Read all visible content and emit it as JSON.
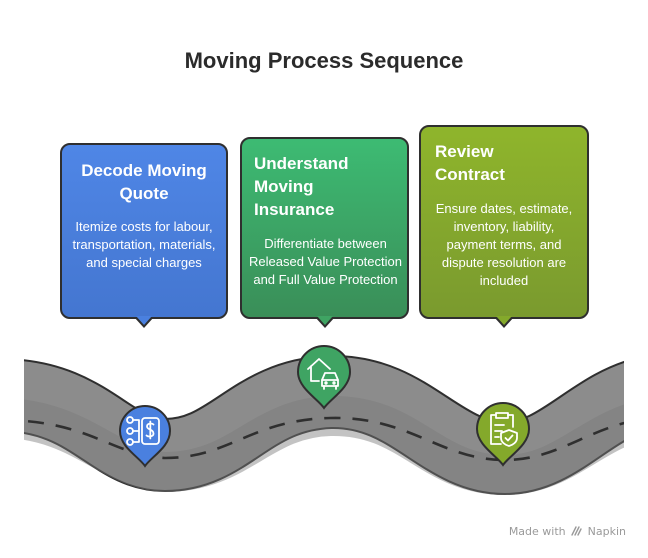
{
  "title": "Moving Process Sequence",
  "steps": [
    {
      "title": "Decode Moving Quote",
      "description": "Itemize costs for labour, transportation, materials, and special charges",
      "icon": "flow-dollar-icon",
      "color": "#4a80df"
    },
    {
      "title": "Understand Moving Insurance",
      "description": "Differentiate between Released Value Protection and Full Value Protection",
      "icon": "house-car-icon",
      "color": "#3fa463"
    },
    {
      "title": "Review Contract",
      "description": "Ensure dates, estimate, inventory, liability, payment terms, and dispute resolution are included",
      "icon": "clipboard-check-icon",
      "color": "#84a92b"
    }
  ],
  "footer": {
    "made_with": "Made with",
    "brand": "Napkin"
  },
  "colors": {
    "road": "#8a8a8a",
    "road_dark": "#3b3b3b"
  }
}
